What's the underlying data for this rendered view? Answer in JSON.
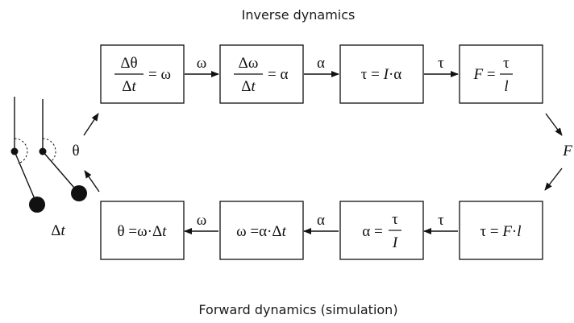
{
  "titles": {
    "top": "Inverse dynamics",
    "bottom": "Forward dynamics (simulation)"
  },
  "inverse": {
    "eq1": {
      "num": "Δθ",
      "den_a": "Δ",
      "den_b": "t",
      "rhs": "= ω"
    },
    "eq2": {
      "num": "Δω",
      "den_a": "Δ",
      "den_b": "t",
      "rhs": "= α"
    },
    "eq3": {
      "lhs": "τ = ",
      "I": "I",
      "rest": "·α"
    },
    "eq4": {
      "F": "F",
      "eq": " = ",
      "num": "τ",
      "den": "l"
    },
    "arrows": [
      "ω",
      "α",
      "τ"
    ]
  },
  "side_label": "F",
  "forward": {
    "eq1": {
      "lhs": "θ =ω·Δ",
      "t": "t"
    },
    "eq2": {
      "lhs": "ω =α·Δ",
      "t": "t"
    },
    "eq3": {
      "lhs": "α = ",
      "num": "τ",
      "den": "I"
    },
    "eq4": {
      "lhs": "τ = ",
      "F": "F",
      "rest": "·",
      "l": "l"
    },
    "arrows": [
      "ω",
      "α",
      "τ"
    ]
  },
  "pendulum": {
    "theta_label": "θ",
    "dt_label_a": "Δ",
    "dt_label_b": "t"
  },
  "colors": {
    "stroke": "#111111",
    "text": "#1a1a1a"
  }
}
